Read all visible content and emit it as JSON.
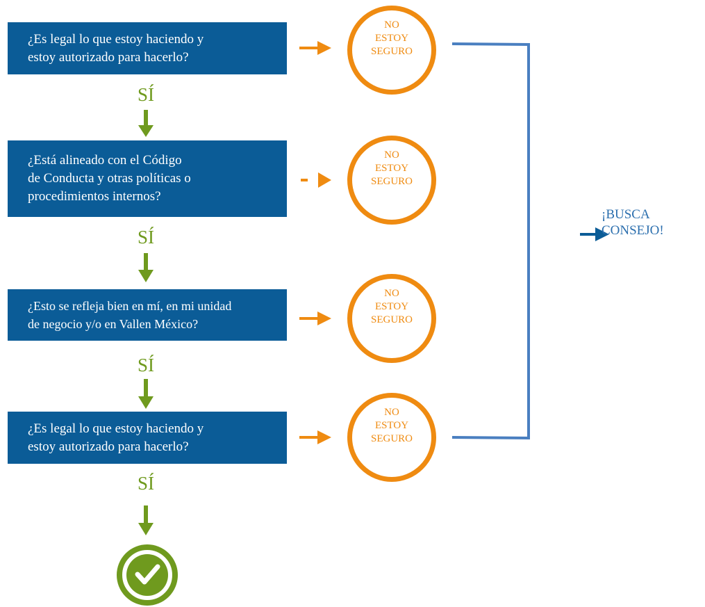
{
  "questions": [
    {
      "line1": "¿Es legal lo que estoy haciendo y",
      "line2": "estoy autorizado para hacerlo?"
    },
    {
      "line1": "¿Está alineado con el Código",
      "line2": "de Conducta y otras políticas o",
      "line3": "procedimientos internos?"
    },
    {
      "line1": "¿Esto se refleja bien en mí, en mi unidad",
      "line2": "de negocio y/o en Vallen México?"
    },
    {
      "line1": "¿Es legal lo que estoy haciendo y",
      "line2": "estoy autorizado para hacerlo?"
    }
  ],
  "yes_label": "SÍ",
  "unsure": {
    "line1": "NO",
    "line2": "ESTOY",
    "line3": "SEGURO"
  },
  "advice": {
    "line1": "¡BUSCA",
    "line2": "CONSEJO!"
  },
  "colors": {
    "question_bg": "#0b5c97",
    "question_text": "#ffffff",
    "yes": "#6f9a1e",
    "unsure": "#ef8b11",
    "bracket": "#4a7fc0",
    "advice": "#2c6fae"
  },
  "icons": {
    "yes_arrow": "arrow-down-icon",
    "unsure_arrow": "arrow-right-icon",
    "done": "checkmark-circle-icon"
  }
}
